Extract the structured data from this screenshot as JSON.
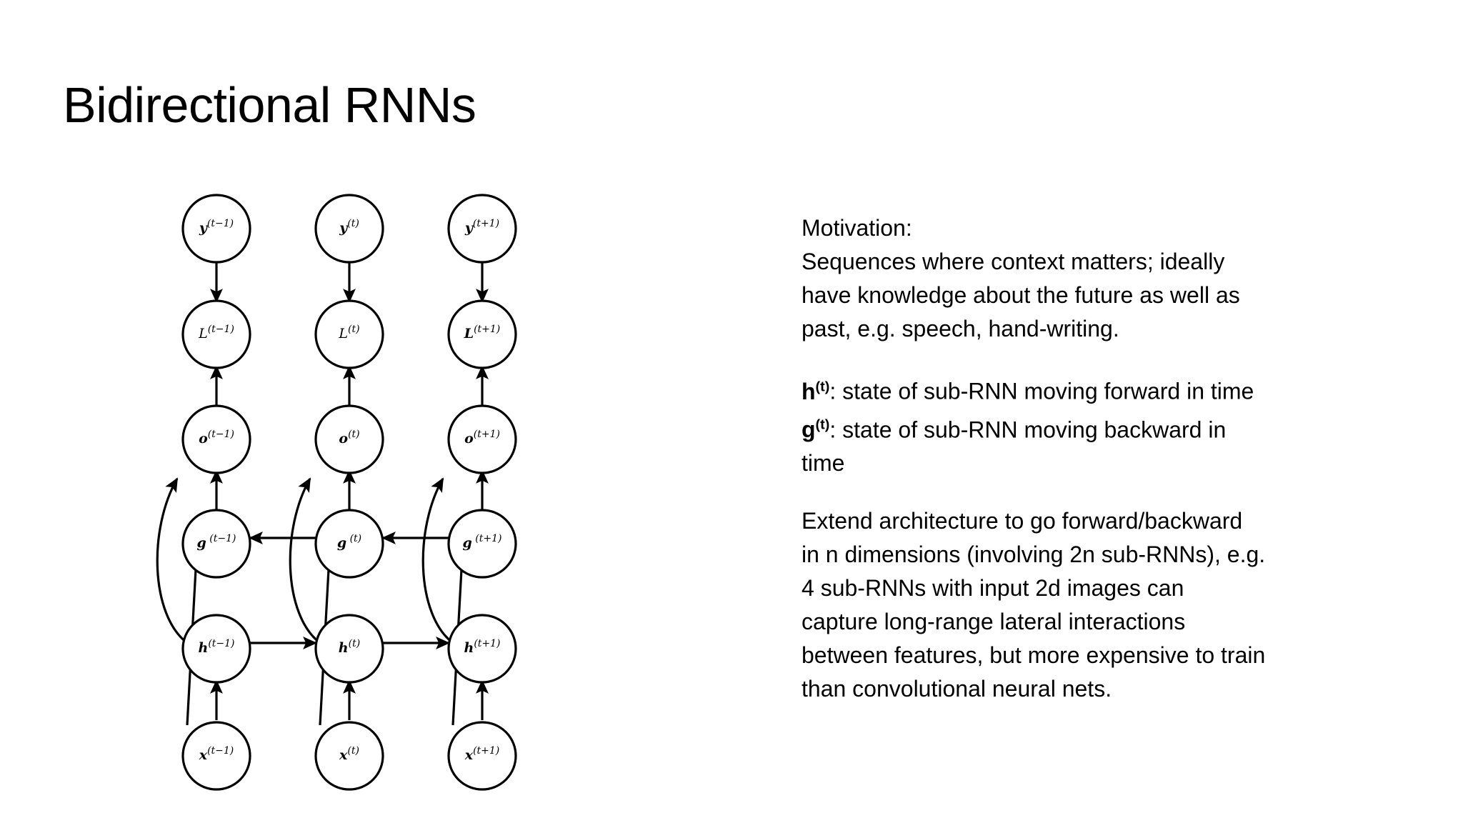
{
  "slide": {
    "title": "Bidirectional RNNs"
  },
  "diagram": {
    "name": "bidirectional-rnn-unrolled-graph",
    "timesteps": [
      "(t-1)",
      "(t)",
      "(t+1)"
    ],
    "rows": [
      {
        "key": "y",
        "symbol": "y",
        "style": "bold-italic",
        "labels": [
          "y(t-1)",
          "y(t)",
          "y(t+1)"
        ],
        "sym": [
          "y",
          "y",
          "y"
        ],
        "sup": [
          "(t−1)",
          "(t)",
          "(t+1)"
        ]
      },
      {
        "key": "L",
        "symbol": "L",
        "style": "italic",
        "labels": [
          "L(t-1)",
          "L(t)",
          "L(t+1)"
        ],
        "sym": [
          "L",
          "L",
          "L"
        ],
        "sup": [
          "(t−1)",
          "(t)",
          "(t+1)"
        ]
      },
      {
        "key": "o",
        "symbol": "o",
        "style": "bold-italic",
        "labels": [
          "o(t-1)",
          "o(t)",
          "o(t+1)"
        ],
        "sym": [
          "o",
          "o",
          "o"
        ],
        "sup": [
          "(t−1)",
          "(t)",
          "(t+1)"
        ]
      },
      {
        "key": "g",
        "symbol": "g",
        "style": "bold-italic",
        "labels": [
          "g(t-1)",
          "g(t)",
          "g(t+1)"
        ],
        "sym": [
          "g",
          "g",
          "g"
        ],
        "sup": [
          "(t−1)",
          "(t)",
          "(t+1)"
        ]
      },
      {
        "key": "h",
        "symbol": "h",
        "style": "bold-italic",
        "labels": [
          "h(t-1)",
          "h(t)",
          "h(t+1)"
        ],
        "sym": [
          "h",
          "h",
          "h"
        ],
        "sup": [
          "(t−1)",
          "(t)",
          "(t+1)"
        ]
      },
      {
        "key": "x",
        "symbol": "x",
        "style": "bold-italic",
        "labels": [
          "x(t-1)",
          "x(t)",
          "x(t+1)"
        ],
        "sym": [
          "x",
          "x",
          "x"
        ],
        "sup": [
          "(t−1)",
          "(t)",
          "(t+1)"
        ]
      }
    ],
    "edges": [
      "y -> L (downward, each timestep)",
      "o -> L (upward, each timestep)",
      "g -> o (upward, each timestep)",
      "h -> o (curved, left and upward, each timestep)",
      "x -> h (upward, each timestep)",
      "x -> g (diagonal upward, each timestep)",
      "h(t) -> h(t+1) (rightward, forward in time)",
      "g(t+1) -> g(t) (leftward, backward in time)"
    ],
    "colors": {
      "stroke": "#000000",
      "node_fill": "#ffffff"
    }
  },
  "notes": {
    "paragraphs": [
      {
        "id": "motivation",
        "lines": [
          "Motivation:",
          "Sequences where context matters; ideally",
          "have knowledge about the future as well as",
          "past, e.g. speech, hand-writing."
        ]
      },
      {
        "id": "definitions",
        "defs": [
          {
            "symbol": "h",
            "superscript": "(t)",
            "text": ": state of sub-RNN moving forward in time"
          },
          {
            "symbol": "g",
            "superscript": "(t)",
            "text": ": state of sub-RNN moving backward in"
          }
        ],
        "continuation": "time"
      },
      {
        "id": "extension",
        "lines": [
          "Extend architecture to go forward/backward",
          "in n dimensions (involving 2n sub-RNNs), e.g.",
          "4 sub-RNNs with input 2d images can",
          "capture long-range lateral interactions",
          "between features, but more expensive to train",
          "than convolutional neural nets."
        ]
      }
    ]
  }
}
